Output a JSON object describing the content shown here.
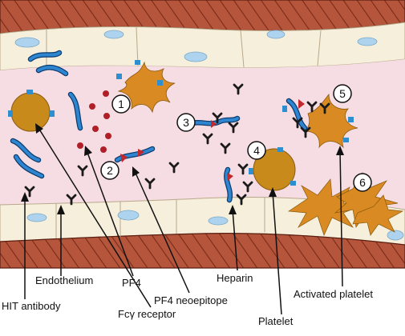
{
  "labels": {
    "endothelium": "Endothelium",
    "hit_antibody": "HIT antibody",
    "fc_receptor": "Fcγ receptor",
    "pf4": "PF4",
    "pf4_neoepitope": "PF4 neoepitope",
    "heparin": "Heparin",
    "platelet": "Platelet",
    "activated_platelet": "Activated platelet"
  },
  "steps": [
    "1",
    "2",
    "3",
    "4",
    "5",
    "6"
  ],
  "colors": {
    "vessel_wall": "#b5563c",
    "vessel_stripe": "#7a2a18",
    "endothelium": "#f6efdc",
    "lumen": "#f6dde3",
    "nucleus": "#aed3ee",
    "platelet": "#c98a1c",
    "activated_platelet": "#d98a22",
    "receptor": "#2e8fd0",
    "heparin": "#2166b0",
    "pf4": "#b01e28",
    "neoepitope": "#c2282c",
    "antibody": "#1a1a1a"
  }
}
